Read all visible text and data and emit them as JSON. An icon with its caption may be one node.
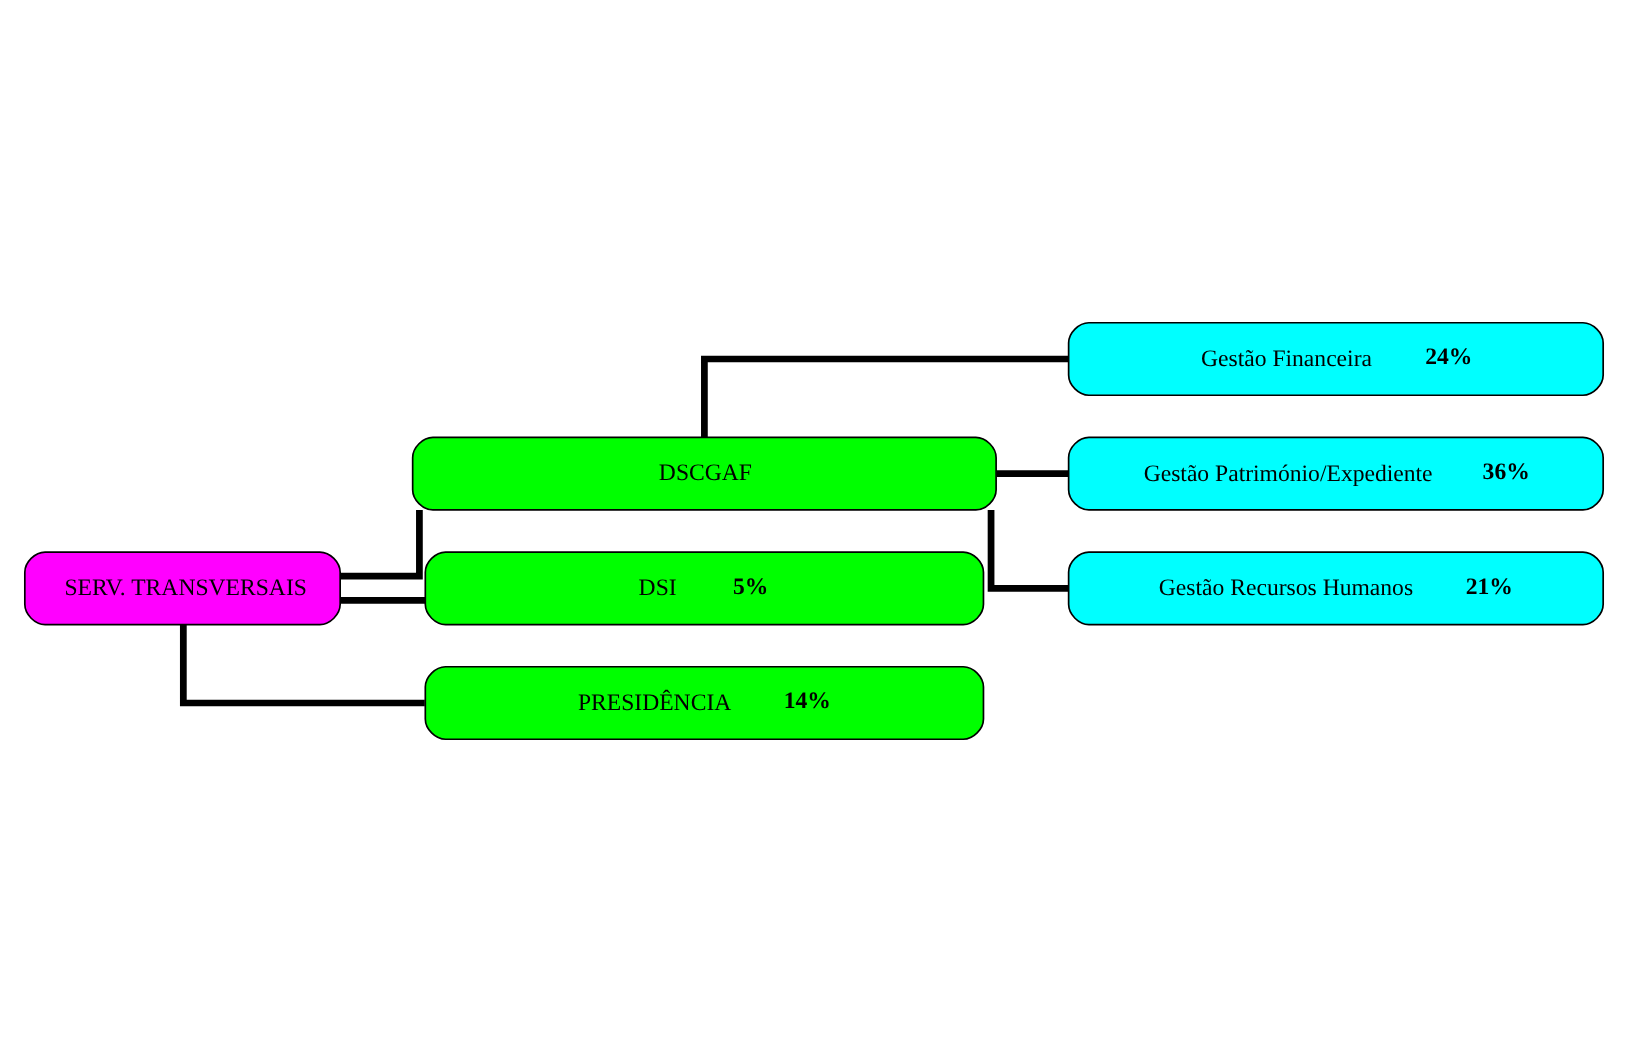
{
  "diagram": {
    "nodes": [
      {
        "text": [
          "SERV. TRANSVERSAIS"
        ]
      },
      {
        "text": [
          "DSCGAF"
        ]
      },
      {
        "text": [
          "Gestão Financeira",
          "24%"
        ]
      },
      {
        "text": [
          "Gestão Património/Expediente",
          "36%"
        ]
      },
      {
        "text": [
          "Gestão Recursos Humanos",
          "21%"
        ]
      },
      {
        "text": [
          "DSI",
          "5%"
        ]
      },
      {
        "text": [
          "PRESIDÊNCIA",
          "14%"
        ]
      }
    ],
    "edges": [
      {
        "from": 0,
        "to": 1,
        "arrow": "none"
      },
      {
        "from": 1,
        "to": 2,
        "arrow": "none"
      },
      {
        "from": 1,
        "to": 3,
        "arrow": "none"
      },
      {
        "from": 1,
        "to": 4,
        "arrow": "none"
      },
      {
        "from": 0,
        "to": 5,
        "arrow": "none"
      },
      {
        "from": 0,
        "to": 6,
        "arrow": "none"
      }
    ]
  }
}
